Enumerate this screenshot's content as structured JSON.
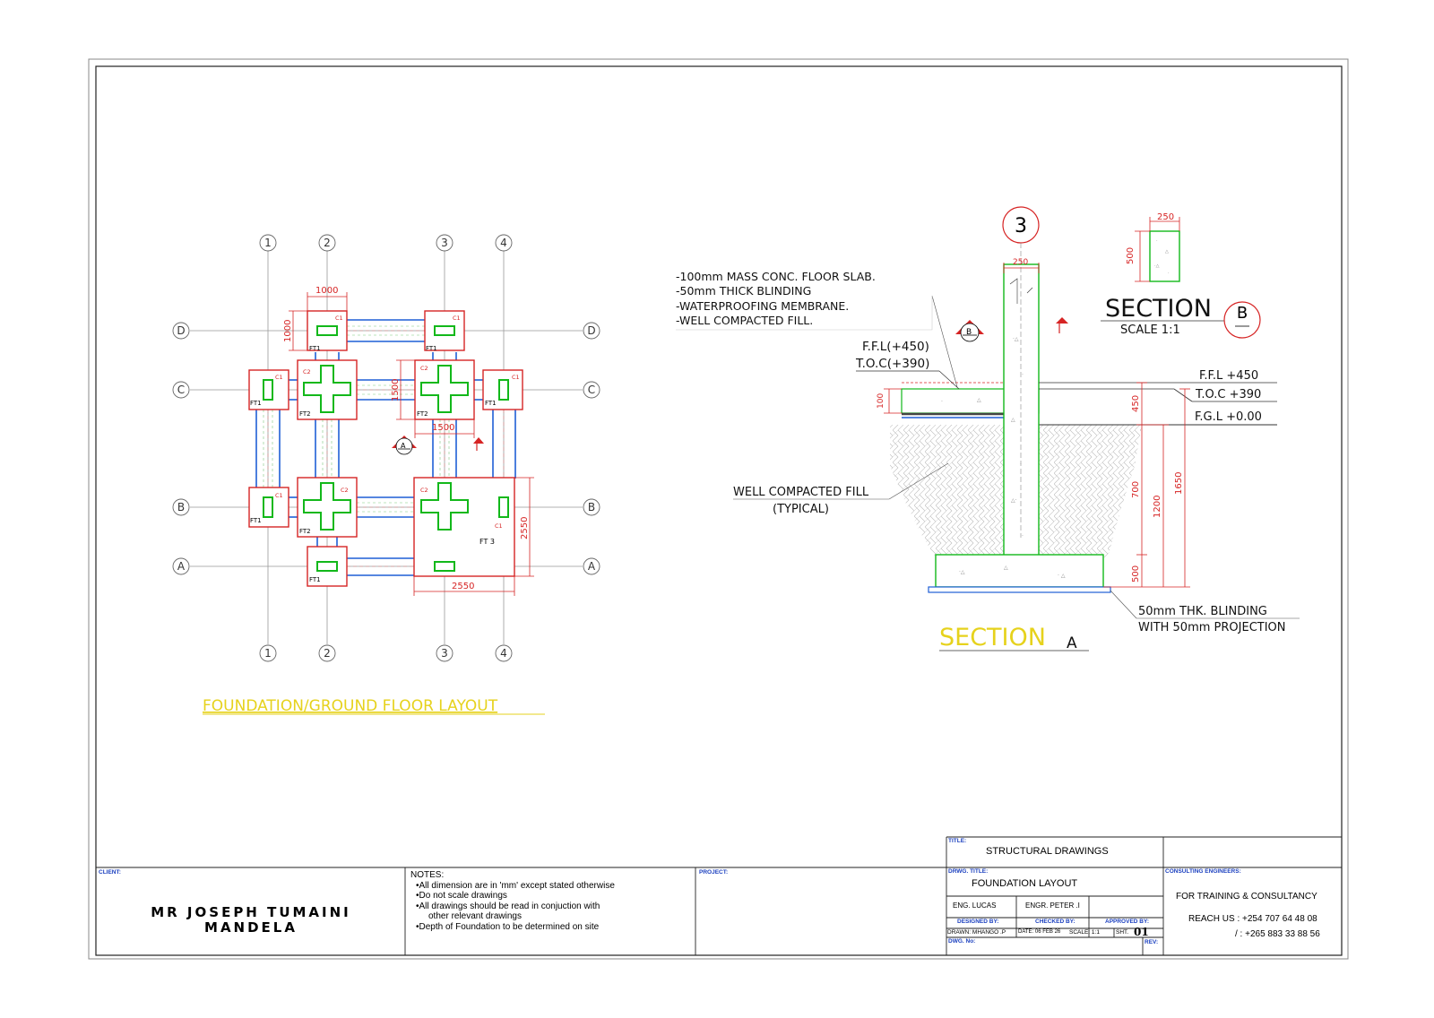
{
  "drawing": {
    "plan_title": "FOUNDATION/GROUND FLOOR LAYOUT",
    "grid_cols": [
      "1",
      "2",
      "3",
      "4"
    ],
    "grid_rows": [
      "D",
      "C",
      "B",
      "A"
    ],
    "plan_dims": {
      "d1000w": "1000",
      "d1000h": "1000",
      "d1500v": "1500",
      "d1500h": "1500",
      "d2550v": "2550",
      "d2550h": "2550"
    },
    "plan_tags": {
      "c1": "C1",
      "c2": "C2",
      "ft1": "FT1",
      "ft2": "FT2",
      "ft3": "FT 3",
      "sec_marker": "A"
    },
    "section_a": {
      "title": "SECTION",
      "letter": "A",
      "grid_bubble": "3",
      "notes": [
        "-100mm MASS CONC. FLOOR SLAB.",
        "-50mm THICK BLINDING",
        "-WATERPROOFING MEMBRANE.",
        "-WELL COMPACTED FILL."
      ],
      "ffl_bracket": "F.F.L(+450)",
      "toc_bracket": "T.O.C(+390)",
      "ffl_right": "F.F.L  +450",
      "toc_right": "T.O.C  +390",
      "fgl_right": "F.G.L  +0.00",
      "fill_label_1": "WELL COMPACTED FILL",
      "fill_label_2": "(TYPICAL)",
      "blinding_1": "50mm THK. BLINDING",
      "blinding_2": "WITH 50mm PROJECTION",
      "dims": {
        "col_w": "250",
        "slab": "100",
        "d450": "450",
        "d700": "700",
        "d1200": "1200",
        "d1650": "1650",
        "d500": "500"
      },
      "sec_marker": "B"
    },
    "section_b": {
      "title": "SECTION",
      "letter": "B",
      "scale": "SCALE 1:1",
      "dim_w": "250",
      "dim_h": "500"
    }
  },
  "title_block": {
    "client_label": "CLIENT:",
    "client_name_1": "MR JOSEPH TUMAINI",
    "client_name_2": "MANDELA",
    "notes_heading": "NOTES:",
    "notes": [
      "All dimension are in 'mm' except stated otherwise",
      "Do not scale drawings",
      "All drawings should be read in conjuction with",
      "Depth of Foundation to be determined on site"
    ],
    "notes_cont": "other relevant drawings",
    "project_label": "PROJECT:",
    "title_label": "TITLE:",
    "title_value": "STRUCTURAL DRAWINGS",
    "drwg_title_label": "DRWG. TITLE:",
    "drwg_title_value": "FOUNDATION LAYOUT",
    "designer": "ENG. LUCAS",
    "checker": "ENGR. PETER .I",
    "designed_label": "DESIGNED BY:",
    "checked_label": "CHECKED BY:",
    "approved_label": "APPROVED BY:",
    "drawn": "DRAWN: MHANGO .P",
    "date": "DATE: 06 FEB 26",
    "scale": "SCALE: 1:1",
    "sht_label": "SHT.",
    "sht_value": "01",
    "dwg_no": "DWG. No:",
    "rev": "REV:",
    "consulting_label": "CONSULTING ENGINEERS:",
    "consult_1": "FOR TRAINING & CONSULTANCY",
    "consult_2": "REACH US : +254 707 64 48 08",
    "consult_3": "/ : +265 883 33 88 56"
  },
  "colors": {
    "red": "#d62424",
    "green": "#12b81a",
    "blue": "#1f5fd6",
    "yellow": "#e6d21c"
  }
}
